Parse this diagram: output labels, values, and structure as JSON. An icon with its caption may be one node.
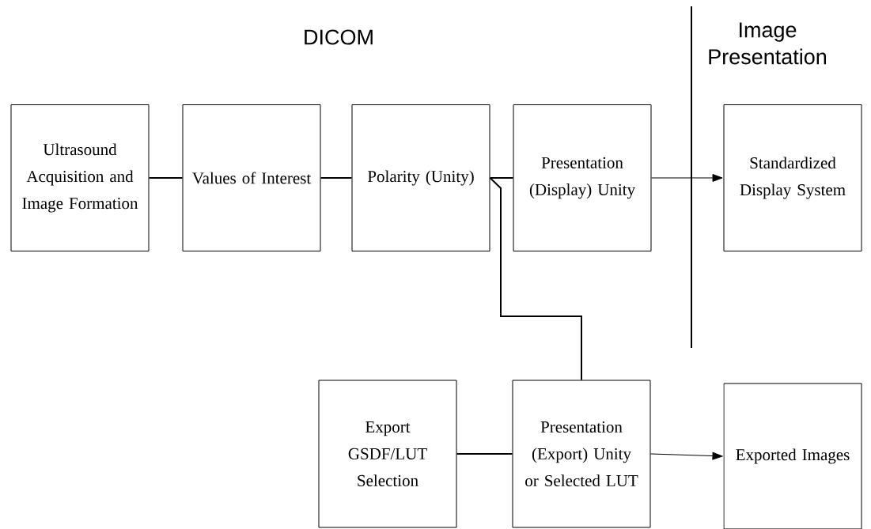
{
  "diagram": {
    "title": "DICOM",
    "nodes": [
      {
        "text": [
          "Ultrasound Acquisition and Image Formation"
        ]
      },
      {
        "text": [
          "Values of Interest"
        ]
      },
      {
        "text": [
          "Polarity (Unity)"
        ]
      },
      {
        "text": [
          "Presentation (Display) Unity"
        ]
      },
      {
        "text": [
          "Standardized Display System"
        ]
      },
      {
        "text": [
          "Export GSDF/LUT Selection"
        ]
      },
      {
        "text": [
          "Presentation (Export) Unity or Selected LUT"
        ]
      },
      {
        "text": [
          "Exported Images"
        ]
      }
    ],
    "edges": [
      {
        "from": 0,
        "to": 1,
        "arrow": "none"
      },
      {
        "from": 1,
        "to": 2,
        "arrow": "none"
      },
      {
        "from": 2,
        "to": 3,
        "arrow": "none"
      },
      {
        "from": 2,
        "to": 6,
        "arrow": "none"
      },
      {
        "from": 3,
        "to": 4,
        "arrow": "to"
      },
      {
        "from": 5,
        "to": 6,
        "arrow": "none"
      },
      {
        "from": 6,
        "to": 7,
        "arrow": "to"
      }
    ],
    "labels": [
      "Image Presentation"
    ]
  }
}
